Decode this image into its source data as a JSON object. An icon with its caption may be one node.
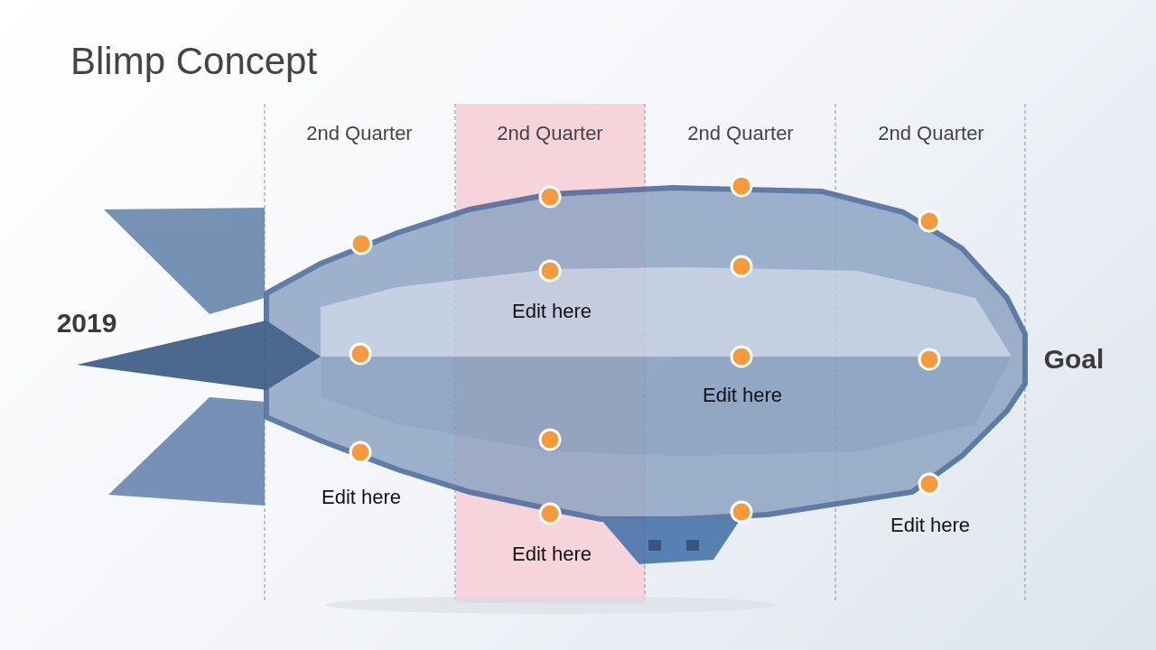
{
  "diagram": {
    "title": "Blimp Concept",
    "labels": [
      "2nd Quarter",
      "2nd Quarter",
      "2nd Quarter",
      "2nd Quarter",
      "2019",
      "Edit here",
      "Goal",
      "Edit here",
      "Edit here",
      "Edit here",
      "Edit here"
    ]
  }
}
